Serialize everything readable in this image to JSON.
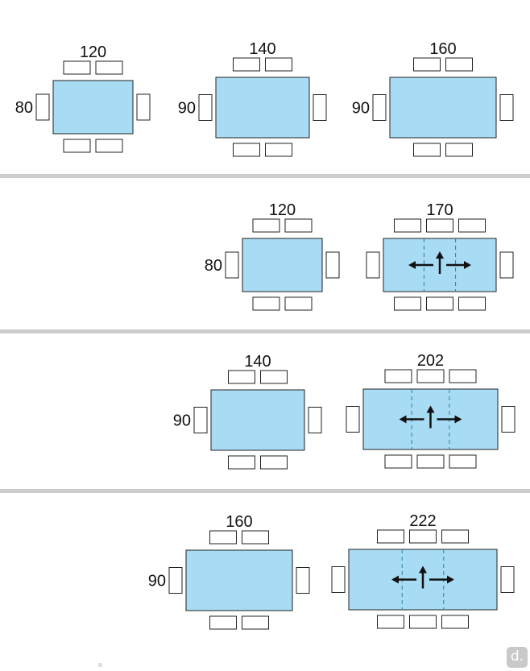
{
  "colors": {
    "table_fill": "#a8dcf4",
    "outline": "#222222",
    "divider": "#cccccc",
    "extension_line": "#2f7fa0",
    "logo_bg": "#c9c9c9"
  },
  "rows": [
    {
      "tables": [
        {
          "width_label": "120",
          "depth_label": "80",
          "chairs_per_side": 2,
          "extendable": false
        },
        {
          "width_label": "140",
          "depth_label": "90",
          "chairs_per_side": 2,
          "extendable": false
        },
        {
          "width_label": "160",
          "depth_label": "90",
          "chairs_per_side": 2,
          "extendable": false
        }
      ]
    },
    {
      "tables": [
        {
          "width_label": "120",
          "depth_label": "80",
          "chairs_per_side": 2,
          "extendable": false
        },
        {
          "width_label": "170",
          "depth_label": "",
          "chairs_per_side": 3,
          "extendable": true,
          "extension_icon": "expand-arrows-icon"
        }
      ]
    },
    {
      "tables": [
        {
          "width_label": "140",
          "depth_label": "90",
          "chairs_per_side": 2,
          "extendable": false
        },
        {
          "width_label": "202",
          "depth_label": "",
          "chairs_per_side": 3,
          "extendable": true,
          "extension_icon": "expand-arrows-icon"
        }
      ]
    },
    {
      "tables": [
        {
          "width_label": "160",
          "depth_label": "90",
          "chairs_per_side": 2,
          "extendable": false
        },
        {
          "width_label": "222",
          "depth_label": "",
          "chairs_per_side": 3,
          "extendable": true,
          "extension_icon": "expand-arrows-icon"
        }
      ]
    }
  ],
  "logo": {
    "text": "d.",
    "icon": "brand-logo-icon"
  }
}
